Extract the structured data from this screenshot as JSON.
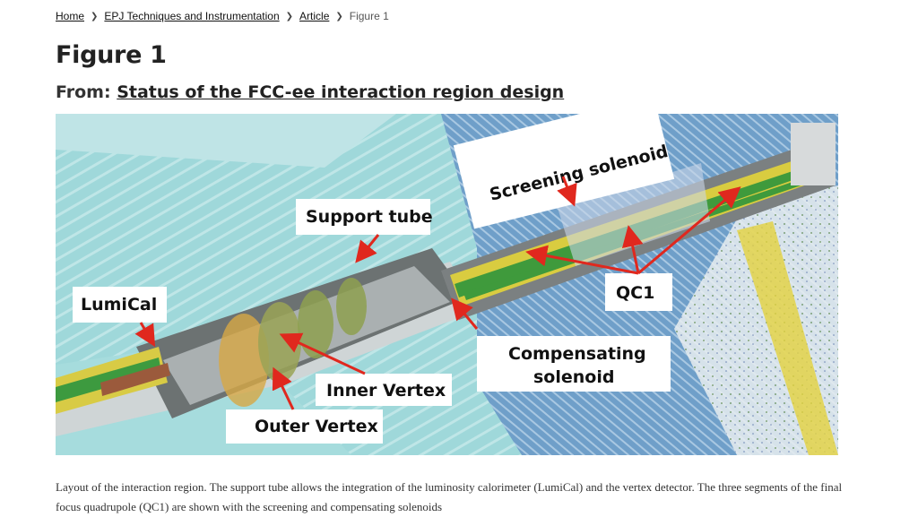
{
  "breadcrumb": {
    "items": [
      "Home",
      "EPJ Techniques and Instrumentation",
      "Article"
    ],
    "current": "Figure 1"
  },
  "page_title": "Figure 1",
  "from": {
    "prefix": "From:",
    "article_title": "Status of the FCC-ee interaction region design"
  },
  "figure": {
    "labels": {
      "screening": "Screening solenoid",
      "support": "Support tube",
      "lumical": "LumiCal",
      "qc1": "QC1",
      "compensating_1": "Compensating",
      "compensating_2": "solenoid",
      "inner_vertex": "Inner Vertex",
      "outer_vertex": "Outer Vertex"
    },
    "colors": {
      "arrow": "#e0281e",
      "detector_cyan": "#9ed6d8",
      "magnet_yellow": "#e0d23a",
      "magnet_green": "#3f9a3c",
      "label_box": "#ffffff"
    }
  },
  "caption": "Layout of the interaction region. The support tube allows the integration of the luminosity calorimeter (LumiCal) and the vertex detector. The three segments of the final focus quadrupole (QC1) are shown with the screening and compensating solenoids"
}
